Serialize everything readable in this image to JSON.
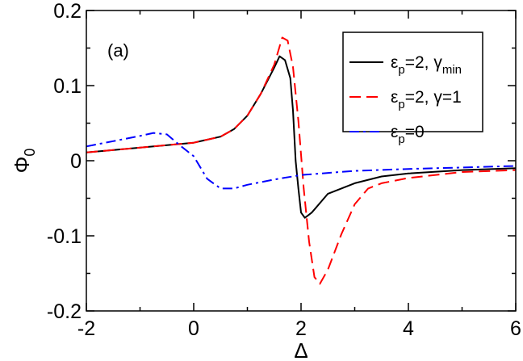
{
  "chart_data": {
    "type": "line",
    "title": "",
    "annotation": "(a)",
    "xlabel": "Δ",
    "ylabel": "Φ",
    "ylabel_sub": "0",
    "xlim": [
      -2,
      6
    ],
    "ylim": [
      -0.2,
      0.2
    ],
    "xticks": [
      -2,
      0,
      2,
      4,
      6
    ],
    "xtick_labels": [
      "-2",
      "0",
      "2",
      "4",
      "6"
    ],
    "yticks": [
      -0.2,
      -0.1,
      0,
      0.1,
      0.2
    ],
    "ytick_labels": [
      "-0.2",
      "-0.1",
      "0",
      "0.1",
      "0.2"
    ],
    "grid": false,
    "legend_position": "top-right",
    "series": [
      {
        "name": "εp=2, γmin",
        "legend": {
          "main": "ε",
          "sub1": "p",
          "mid": "=2, γ",
          "sub2": "min"
        },
        "color": "#000000",
        "dash": "solid",
        "x": [
          -2,
          0,
          0.5,
          0.75,
          1,
          1.25,
          1.5,
          1.6,
          1.7,
          1.8,
          1.85,
          1.9,
          1.95,
          2.0,
          2.07,
          2.2,
          2.5,
          3,
          3.5,
          4,
          5,
          6
        ],
        "y": [
          0.011,
          0.024,
          0.032,
          0.042,
          0.06,
          0.089,
          0.124,
          0.139,
          0.134,
          0.11,
          0.067,
          0,
          -0.037,
          -0.069,
          -0.076,
          -0.069,
          -0.044,
          -0.03,
          -0.021,
          -0.017,
          -0.0125,
          -0.01
        ]
      },
      {
        "name": "εp=2, γ=1",
        "legend": {
          "main": "ε",
          "sub1": "p",
          "mid": "=2, γ=1",
          "sub2": ""
        },
        "color": "#ff0000",
        "dash": "dashed",
        "x": [
          -2,
          0,
          0.5,
          0.75,
          1,
          1.25,
          1.5,
          1.65,
          1.75,
          1.85,
          1.95,
          2.05,
          2.15,
          2.25,
          2.35,
          2.5,
          2.75,
          3,
          3.25,
          3.5,
          4,
          5,
          6
        ],
        "y": [
          0.011,
          0.024,
          0.032,
          0.042,
          0.06,
          0.089,
          0.128,
          0.164,
          0.16,
          0.125,
          0.053,
          -0.037,
          -0.108,
          -0.155,
          -0.164,
          -0.145,
          -0.098,
          -0.058,
          -0.037,
          -0.03,
          -0.023,
          -0.015,
          -0.0125
        ]
      },
      {
        "name": "εp=0",
        "legend": {
          "main": "ε",
          "sub1": "p",
          "mid": "=0",
          "sub2": ""
        },
        "color": "#0000ff",
        "dash": "dashdot",
        "x": [
          -2,
          -1.5,
          -1,
          -0.75,
          -0.5,
          -0.25,
          0,
          0.25,
          0.5,
          0.75,
          1,
          1.5,
          2,
          3,
          4,
          5,
          6
        ],
        "y": [
          0.019,
          0.026,
          0.033,
          0.037,
          0.035,
          0.02,
          0.006,
          -0.024,
          -0.037,
          -0.037,
          -0.032,
          -0.025,
          -0.019,
          -0.0136,
          -0.011,
          -0.009,
          -0.007
        ]
      }
    ]
  }
}
